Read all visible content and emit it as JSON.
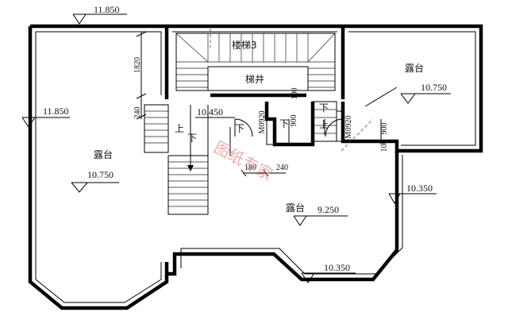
{
  "rooms": {
    "stair": "楼梯3",
    "stairwell": "梯井",
    "terrace_left": "露台",
    "terrace_right": "露台",
    "terrace_bottom": "露台"
  },
  "elevations": {
    "top": "11.850",
    "left": "11.850",
    "terrace_left": "10.750",
    "terrace_right": "10.750",
    "landing": "10.450",
    "terrace_bottom": "9.250",
    "right_side": "10.350",
    "bottom_side": "10.350"
  },
  "dimensions": {
    "d1820": "1820",
    "d240a": "240",
    "d240b": "240",
    "d180": "180",
    "d900a": "900",
    "d900b": "900",
    "d100a": "100",
    "d100b": "100"
  },
  "doors": {
    "m1": "M0920",
    "m2": "M0920"
  },
  "arrows": {
    "down1": "下",
    "up1": "上",
    "down2": "下",
    "down3": "下",
    "up2": "上",
    "down4": "下"
  },
  "watermark": "图纸专家"
}
